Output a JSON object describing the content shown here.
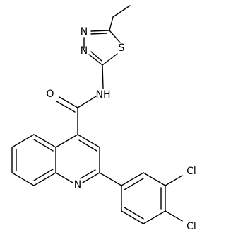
{
  "molecule": {
    "atoms": {
      "n_thiadiazole_1": "N",
      "n_thiadiazole_2": "N",
      "s_thiadiazole": "S",
      "amide_o": "O",
      "amide_nh": "NH",
      "quinoline_n": "N",
      "cl_upper": "Cl",
      "cl_lower": "Cl"
    }
  }
}
